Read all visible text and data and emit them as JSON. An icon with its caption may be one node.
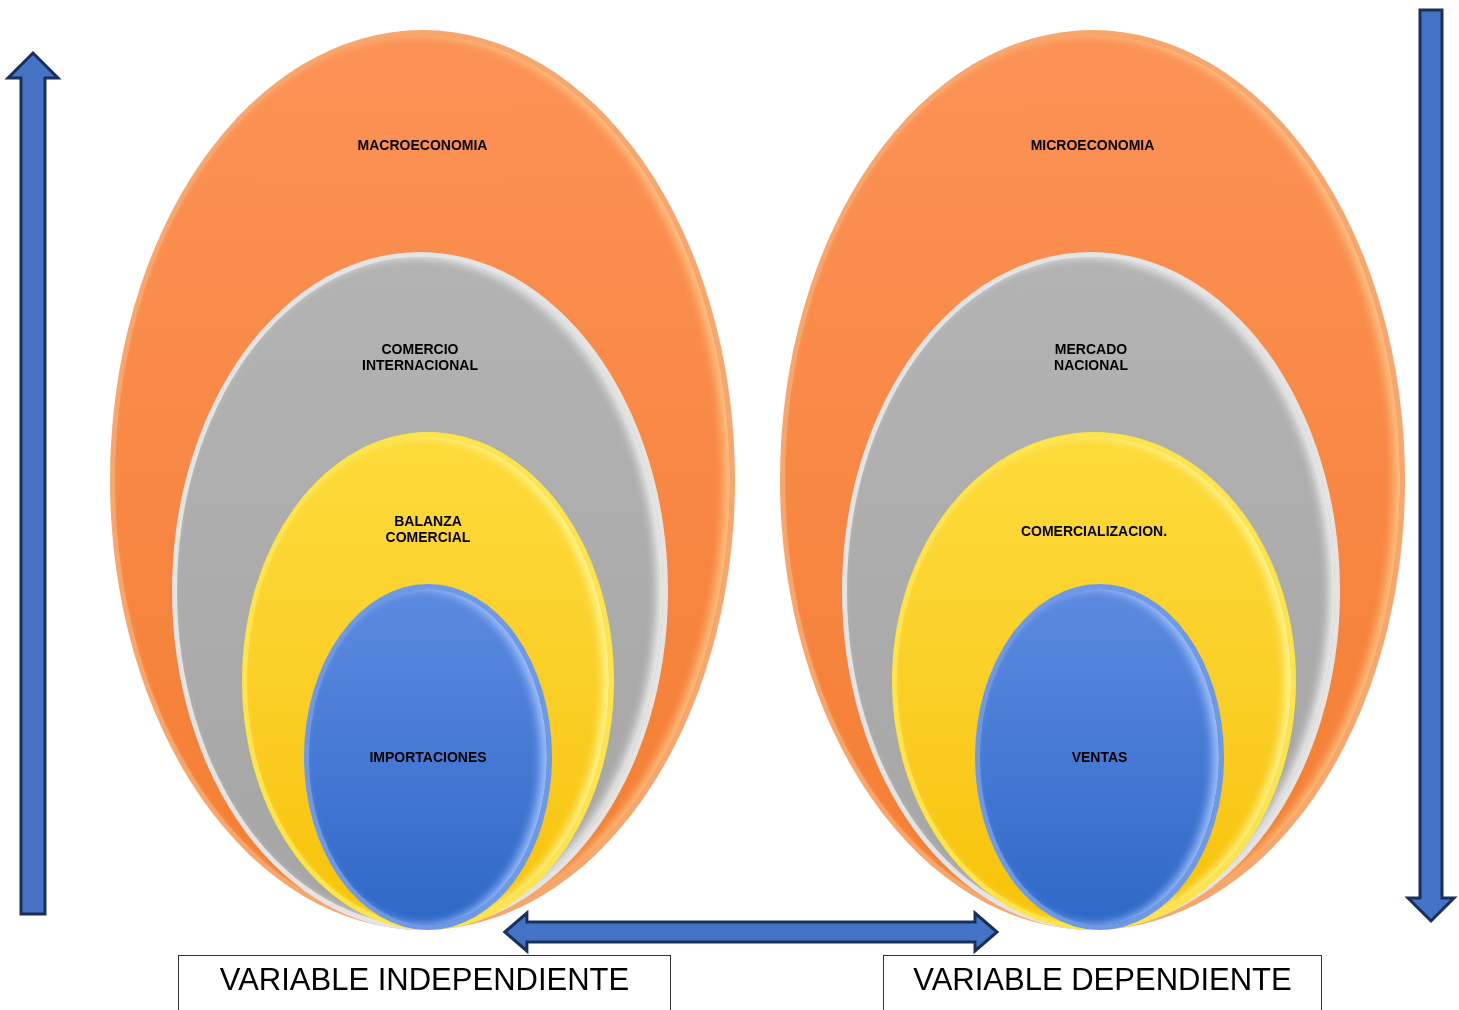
{
  "diagram": {
    "nodes": [
      {
        "text": [
          "MACROECONOMIA"
        ]
      },
      {
        "text": [
          "COMERCIO INTERNACIONAL"
        ],
        "in": 0
      },
      {
        "text": [
          "BALANZA COMERCIAL"
        ],
        "in": 1
      },
      {
        "text": [
          "IMPORTACIONES"
        ],
        "in": 2
      },
      {
        "text": [
          "MICROECONOMIA"
        ]
      },
      {
        "text": [
          "MERCADO NACIONAL"
        ],
        "in": 4
      },
      {
        "text": [
          "COMERCIALIZACION."
        ],
        "in": 5
      },
      {
        "text": [
          "VENTAS"
        ],
        "in": 6
      },
      {
        "text": [
          "VARIABLE INDEPENDIENTE"
        ]
      },
      {
        "text": [
          "VARIABLE DEPENDIENTE"
        ]
      }
    ],
    "edges": [
      {
        "from": 3,
        "to": 7,
        "arrow": "both",
        "style": "thick"
      }
    ]
  }
}
